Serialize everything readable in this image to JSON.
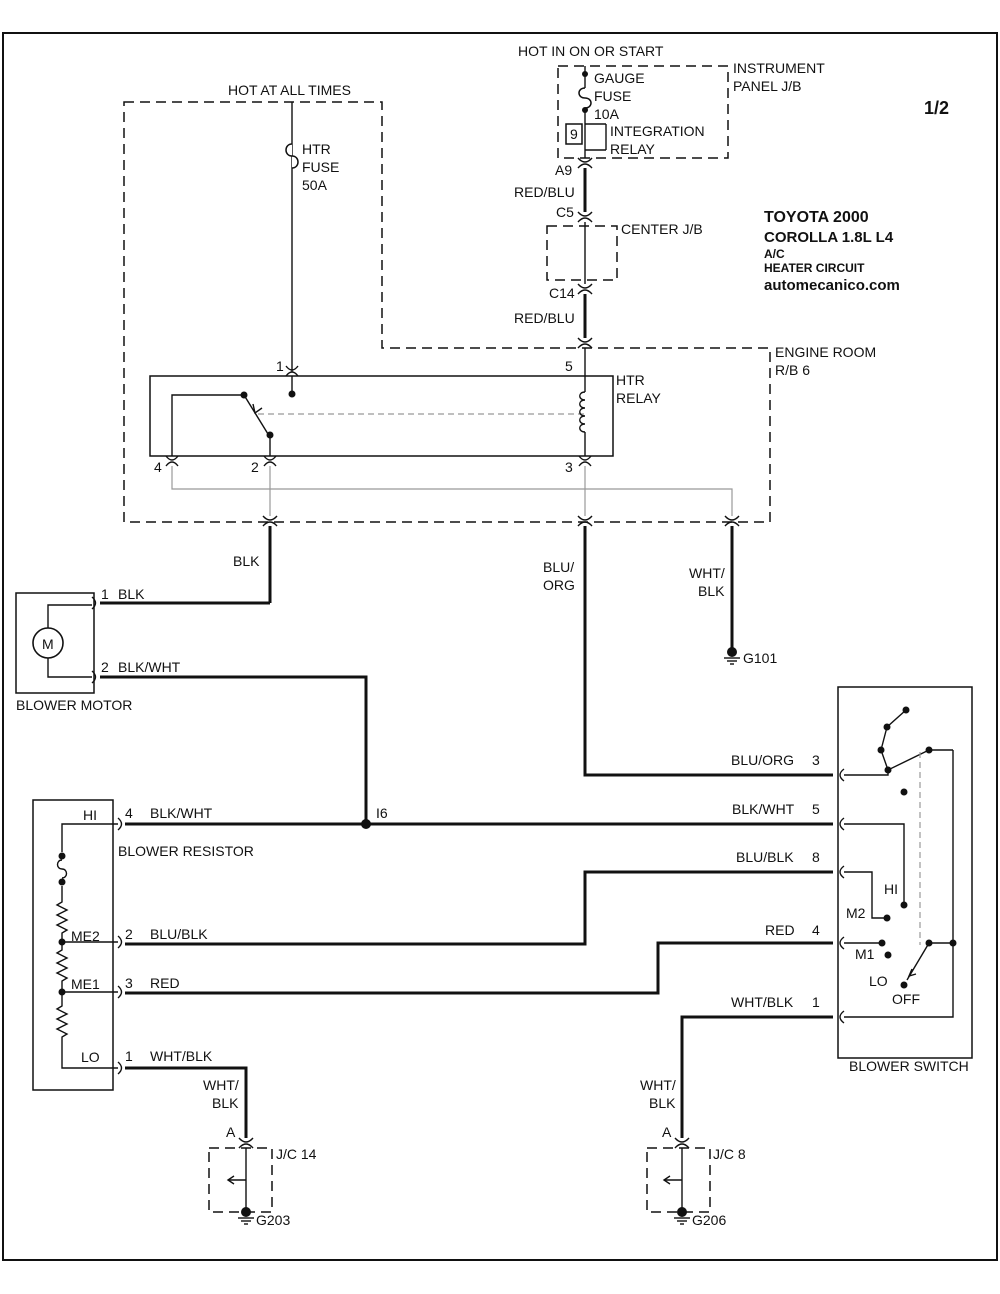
{
  "title": {
    "make_year": "TOYOTA 2000",
    "model": "COROLLA  1.8L  L4",
    "system": "A/C",
    "circuit": "HEATER CIRCUIT",
    "source": "automecanico.com",
    "page": "1/2"
  },
  "power": {
    "hot_at_all_times": "HOT AT ALL TIMES",
    "hot_in_on_or_start": "HOT IN ON OR START"
  },
  "components": {
    "instrument_panel_jb": [
      "INSTRUMENT",
      "PANEL J/B"
    ],
    "gauge_fuse": [
      "GAUGE",
      "FUSE",
      "10A"
    ],
    "integration_relay": [
      "INTEGRATION",
      "RELAY"
    ],
    "integration_relay_pin": "9",
    "center_jb": "CENTER J/B",
    "htr_fuse": [
      "HTR",
      "FUSE",
      "50A"
    ],
    "engine_room_rb": [
      "ENGINE ROOM",
      "R/B 6"
    ],
    "htr_relay": [
      "HTR",
      "RELAY"
    ],
    "blower_motor": "BLOWER MOTOR",
    "motor_symbol": "M",
    "blower_resistor": "BLOWER RESISTOR",
    "blower_switch": "BLOWER SWITCH",
    "splice": "I6",
    "jc14": "J/C 14",
    "jc8": "J/C 8",
    "g101": "G101",
    "g203": "G203",
    "g206": "G206"
  },
  "connectors": {
    "a9": "A9",
    "c5": "C5",
    "c14": "C14",
    "relay_pins": [
      "1",
      "5",
      "4",
      "2",
      "3"
    ],
    "motor_pins": [
      "1",
      "2"
    ],
    "resistor_pins": [
      "4",
      "2",
      "3",
      "1"
    ],
    "switch_pins": [
      "3",
      "5",
      "8",
      "4",
      "1"
    ],
    "jc_pin": "A"
  },
  "resistor_taps": [
    "HI",
    "ME2",
    "ME1",
    "LO"
  ],
  "switch_positions": [
    "HI",
    "M2",
    "M1",
    "LO",
    "OFF"
  ],
  "wires": {
    "red_blu": "RED/BLU",
    "blk": "BLK",
    "blu_org": [
      "BLU/",
      "ORG"
    ],
    "blu_org_full": "BLU/ORG",
    "wht_blk": [
      "WHT/",
      "BLK"
    ],
    "wht_blk_full": "WHT/BLK",
    "blk_wht": "BLK/WHT",
    "blu_blk": "BLU/BLK",
    "red": "RED"
  }
}
